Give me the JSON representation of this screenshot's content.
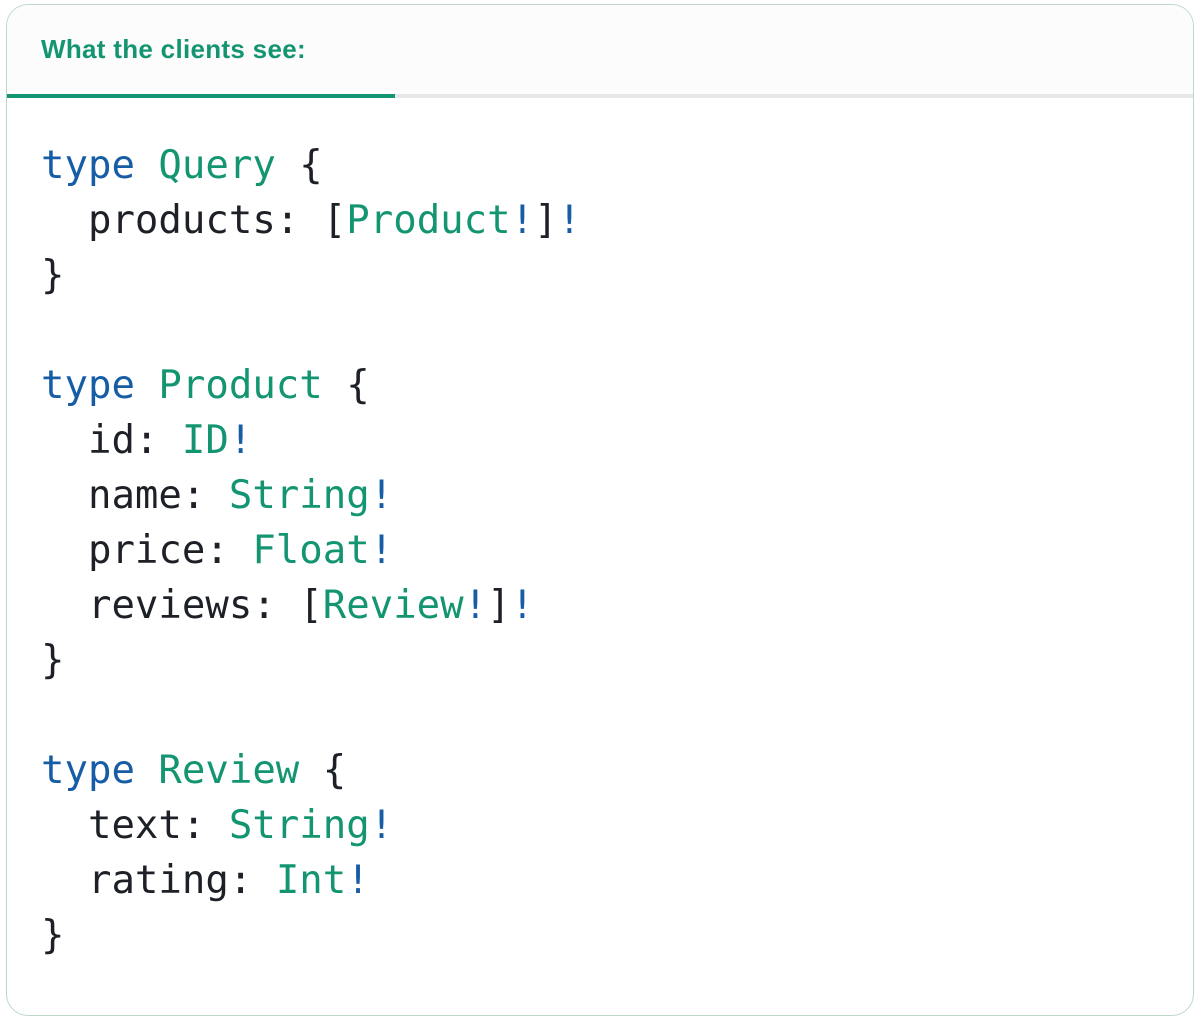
{
  "theme": {
    "card_background": "#ffffff",
    "card_border": "#bcd9c8",
    "tab_bar_background": "#fcfcfc",
    "divider_gray": "#e7e7e7",
    "accent_green": "#149571",
    "keyword_blue": "#175da6",
    "code_dark": "#1d2127"
  },
  "tabs": [
    {
      "label": "What the clients see:",
      "active": true
    }
  ],
  "code": {
    "language": "graphql",
    "blocks": [
      {
        "lines": [
          {
            "tokens": [
              {
                "t": "type",
                "c": "keyword"
              },
              {
                "t": " ",
                "c": "plain"
              },
              {
                "t": "Query",
                "c": "typename"
              },
              {
                "t": " {",
                "c": "plain"
              }
            ]
          },
          {
            "tokens": [
              {
                "t": "  products: [",
                "c": "plain"
              },
              {
                "t": "Product",
                "c": "typename"
              },
              {
                "t": "!",
                "c": "keyword"
              },
              {
                "t": "]",
                "c": "plain"
              },
              {
                "t": "!",
                "c": "keyword"
              }
            ]
          },
          {
            "tokens": [
              {
                "t": "}",
                "c": "plain"
              }
            ]
          }
        ]
      },
      {
        "lines": [
          {
            "tokens": [
              {
                "t": "type",
                "c": "keyword"
              },
              {
                "t": " ",
                "c": "plain"
              },
              {
                "t": "Product",
                "c": "typename"
              },
              {
                "t": " {",
                "c": "plain"
              }
            ]
          },
          {
            "tokens": [
              {
                "t": "  id: ",
                "c": "plain"
              },
              {
                "t": "ID",
                "c": "typename"
              },
              {
                "t": "!",
                "c": "keyword"
              }
            ]
          },
          {
            "tokens": [
              {
                "t": "  name: ",
                "c": "plain"
              },
              {
                "t": "String",
                "c": "typename"
              },
              {
                "t": "!",
                "c": "keyword"
              }
            ]
          },
          {
            "tokens": [
              {
                "t": "  price: ",
                "c": "plain"
              },
              {
                "t": "Float",
                "c": "typename"
              },
              {
                "t": "!",
                "c": "keyword"
              }
            ]
          },
          {
            "tokens": [
              {
                "t": "  reviews: [",
                "c": "plain"
              },
              {
                "t": "Review",
                "c": "typename"
              },
              {
                "t": "!",
                "c": "keyword"
              },
              {
                "t": "]",
                "c": "plain"
              },
              {
                "t": "!",
                "c": "keyword"
              }
            ]
          },
          {
            "tokens": [
              {
                "t": "}",
                "c": "plain"
              }
            ]
          }
        ]
      },
      {
        "lines": [
          {
            "tokens": [
              {
                "t": "type",
                "c": "keyword"
              },
              {
                "t": " ",
                "c": "plain"
              },
              {
                "t": "Review",
                "c": "typename"
              },
              {
                "t": " {",
                "c": "plain"
              }
            ]
          },
          {
            "tokens": [
              {
                "t": "  text: ",
                "c": "plain"
              },
              {
                "t": "String",
                "c": "typename"
              },
              {
                "t": "!",
                "c": "keyword"
              }
            ]
          },
          {
            "tokens": [
              {
                "t": "  rating: ",
                "c": "plain"
              },
              {
                "t": "Int",
                "c": "typename"
              },
              {
                "t": "!",
                "c": "keyword"
              }
            ]
          },
          {
            "tokens": [
              {
                "t": "}",
                "c": "plain"
              }
            ]
          }
        ]
      }
    ]
  }
}
